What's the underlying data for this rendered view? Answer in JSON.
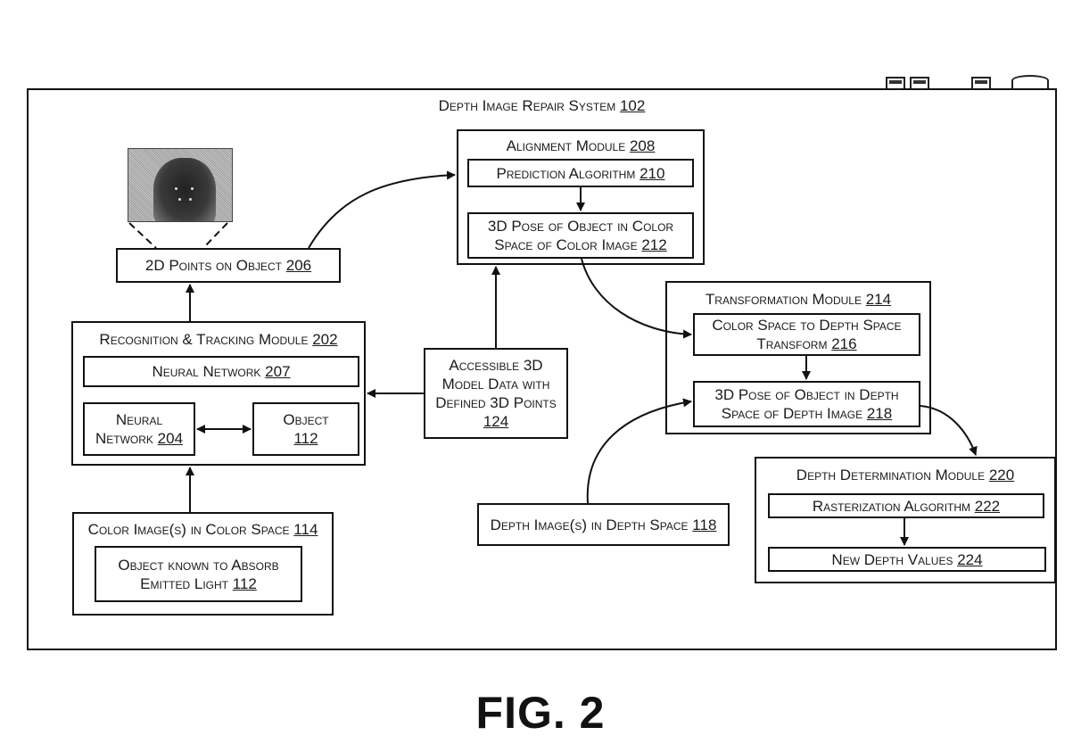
{
  "figure_label": "FIG. 2",
  "network_icons": [
    "server-icon",
    "server-icon",
    "ellipsis-dots",
    "server-icon",
    "database-icon"
  ],
  "system": {
    "title": "Depth Image Repair System",
    "ref": "102"
  },
  "thumbnail": {
    "description": "face-image-with-2d-points"
  },
  "points_2d": {
    "title": "2D Points on Object",
    "ref": "206"
  },
  "alignment": {
    "title": "Alignment Module",
    "ref": "208",
    "prediction": {
      "title": "Prediction Algorithm",
      "ref": "210"
    },
    "pose_color": {
      "line1": "3D Pose of Object in Color",
      "line2": "Space of Color Image",
      "ref": "212"
    }
  },
  "recognition": {
    "title": "Recognition & Tracking Module",
    "ref": "202",
    "nn207": {
      "title": "Neural Network",
      "ref": "207"
    },
    "nn204": {
      "line1": "Neural",
      "line2": "Network",
      "ref": "204"
    },
    "object": {
      "title": "Object",
      "ref": "112"
    }
  },
  "model_data": {
    "line1": "Accessible 3D",
    "line2": "Model Data with",
    "line3": "Defined 3D Points",
    "ref": "124"
  },
  "transformation": {
    "title": "Transformation Module",
    "ref": "214",
    "transform": {
      "line1": "Color Space to Depth Space",
      "line2": "Transform",
      "ref": "216"
    },
    "pose_depth": {
      "line1": "3D Pose of Object in Depth",
      "line2": "Space of Depth Image",
      "ref": "218"
    }
  },
  "color_images": {
    "title": "Color Image(s) in Color Space",
    "ref": "114",
    "object": {
      "line1": "Object known to Absorb",
      "line2": "Emitted Light",
      "ref": "112"
    }
  },
  "depth_images": {
    "title": "Depth Image(s) in Depth Space",
    "ref": "118"
  },
  "depth_determination": {
    "title": "Depth Determination Module",
    "ref": "220",
    "raster": {
      "title": "Rasterization Algorithm",
      "ref": "222"
    },
    "new_depth": {
      "title": "New Depth Values",
      "ref": "224"
    }
  }
}
